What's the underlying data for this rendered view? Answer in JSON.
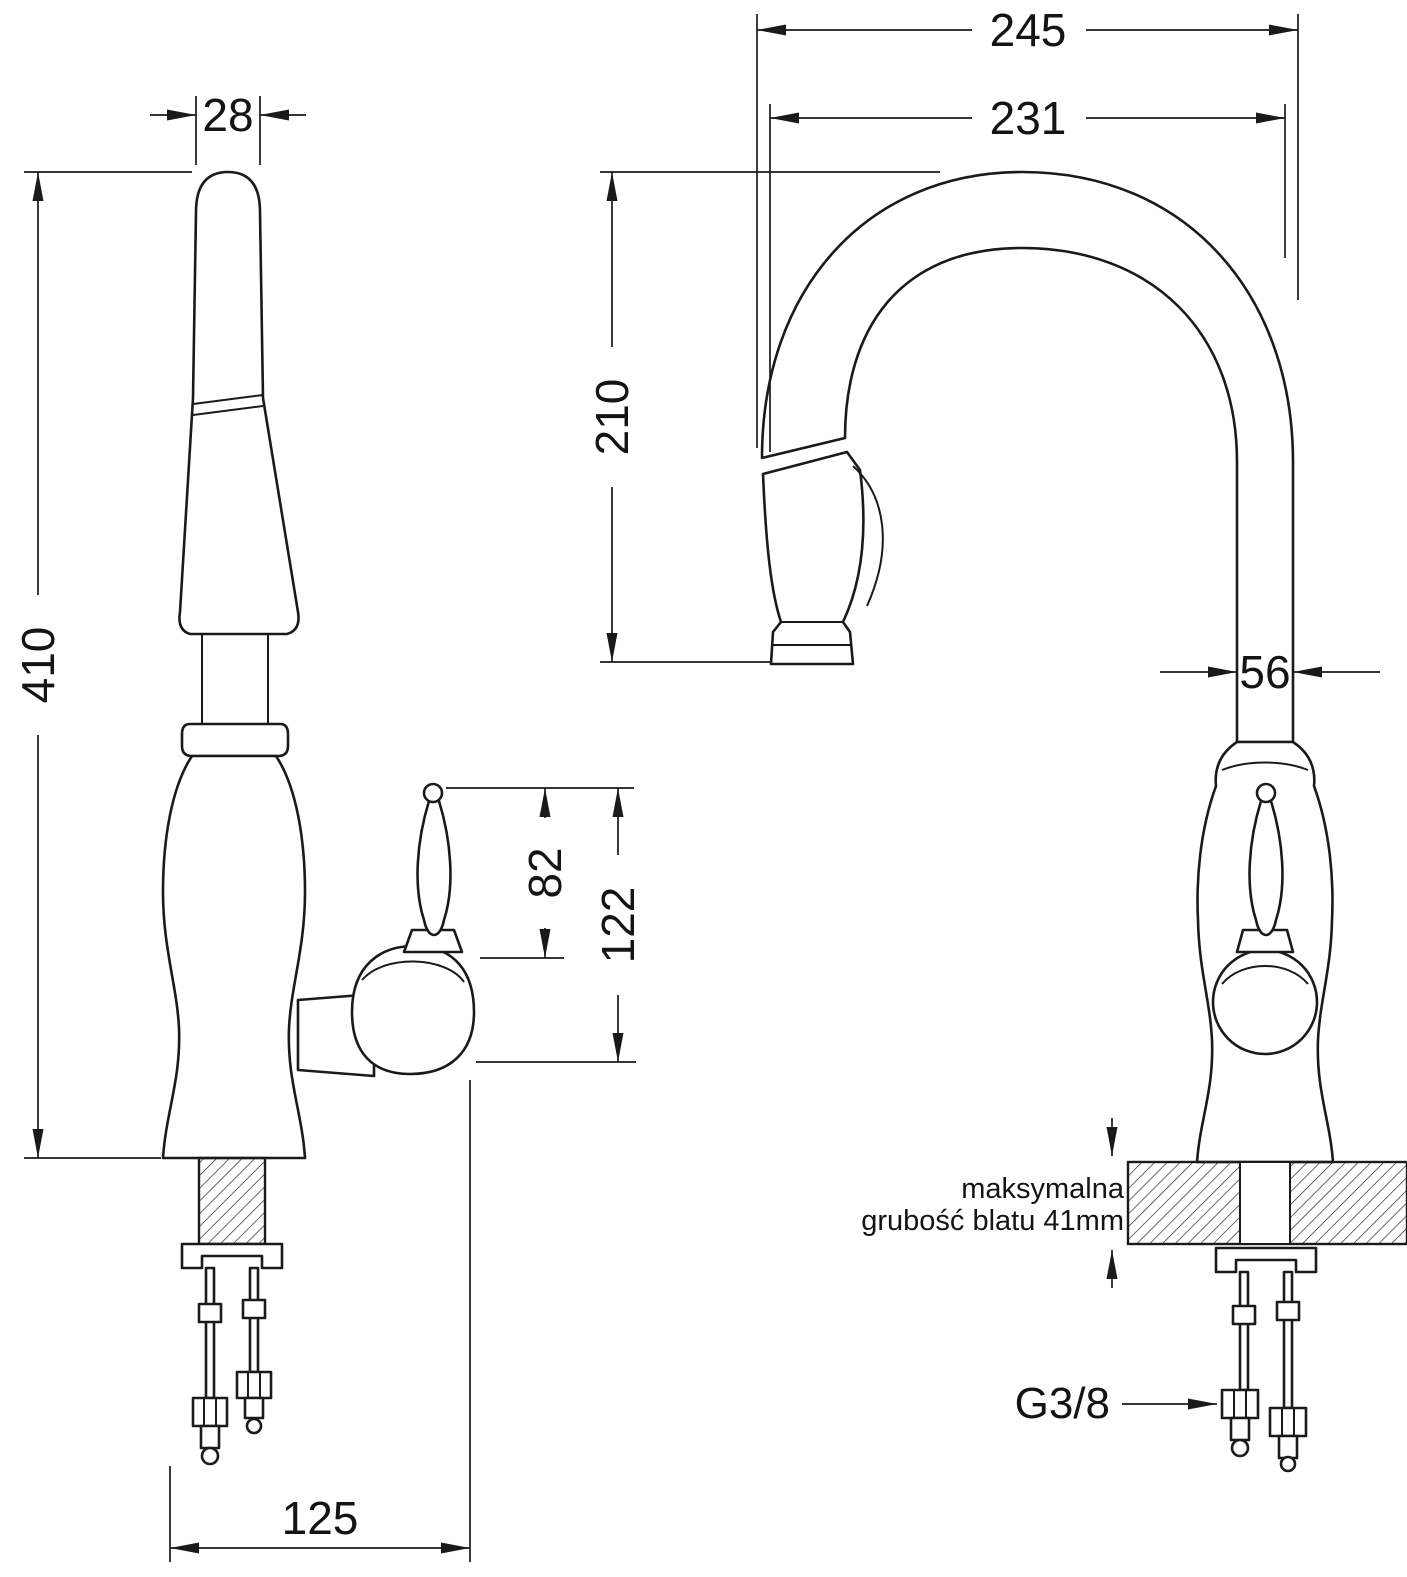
{
  "meta": {
    "title": "Kitchen faucet technical drawing, two views",
    "units": "mm"
  },
  "side_view": {
    "dim_spout_width": "28",
    "dim_total_height": "410",
    "dim_lever_height": "82",
    "dim_handle_height": "122",
    "dim_base_width": "125"
  },
  "front_view": {
    "dim_overall_reach": "245",
    "dim_spout_reach": "231",
    "dim_spout_height": "210",
    "dim_column_width": "56",
    "thread_label": "G3/8",
    "note_line1": "maksymalna",
    "note_line2": "grubość blatu 41mm"
  },
  "style": {
    "line_color": "#1a1a1a",
    "background": "#ffffff"
  }
}
